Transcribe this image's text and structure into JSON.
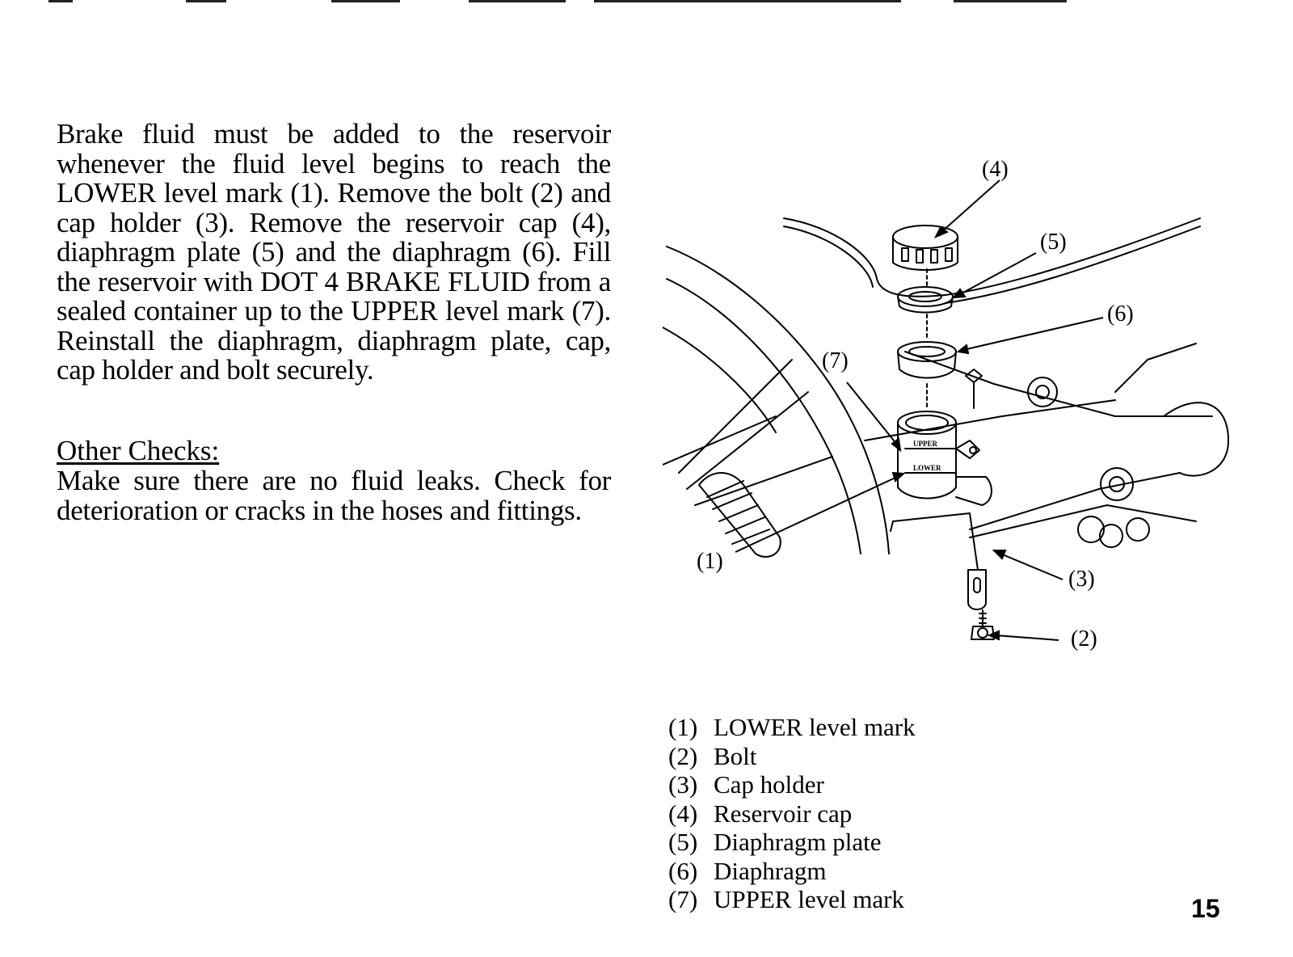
{
  "intro_paragraph": "Brake fluid must be added to the reservoir whenever the fluid level begins to reach the LOWER level mark (1). Remove the bolt (2) and cap holder (3). Remove the reservoir cap (4), diaphragm plate (5) and the diaphragm (6). Fill the reservoir with DOT 4 BRAKE FLUID from a sealed container up to the UPPER level mark (7). Reinstall the diaphragm, diaphragm plate, cap, cap holder and bolt securely.",
  "other_checks": {
    "heading": "Other Checks:",
    "text": "Make sure there are no fluid leaks. Check for deterioration or cracks in the hoses and fittings."
  },
  "figure": {
    "callouts": {
      "c1": "(1)",
      "c2": "(2)",
      "c3": "(3)",
      "c4": "(4)",
      "c5": "(5)",
      "c6": "(6)",
      "c7": "(7)"
    },
    "reservoir_marks": {
      "upper": "UPPER",
      "lower": "LOWER"
    }
  },
  "legend": [
    {
      "num": "(1)",
      "label": "LOWER level mark"
    },
    {
      "num": "(2)",
      "label": "Bolt"
    },
    {
      "num": "(3)",
      "label": "Cap holder"
    },
    {
      "num": "(4)",
      "label": "Reservoir cap"
    },
    {
      "num": "(5)",
      "label": "Diaphragm plate"
    },
    {
      "num": "(6)",
      "label": "Diaphragm"
    },
    {
      "num": "(7)",
      "label": "UPPER level mark"
    }
  ],
  "page_number": "15"
}
